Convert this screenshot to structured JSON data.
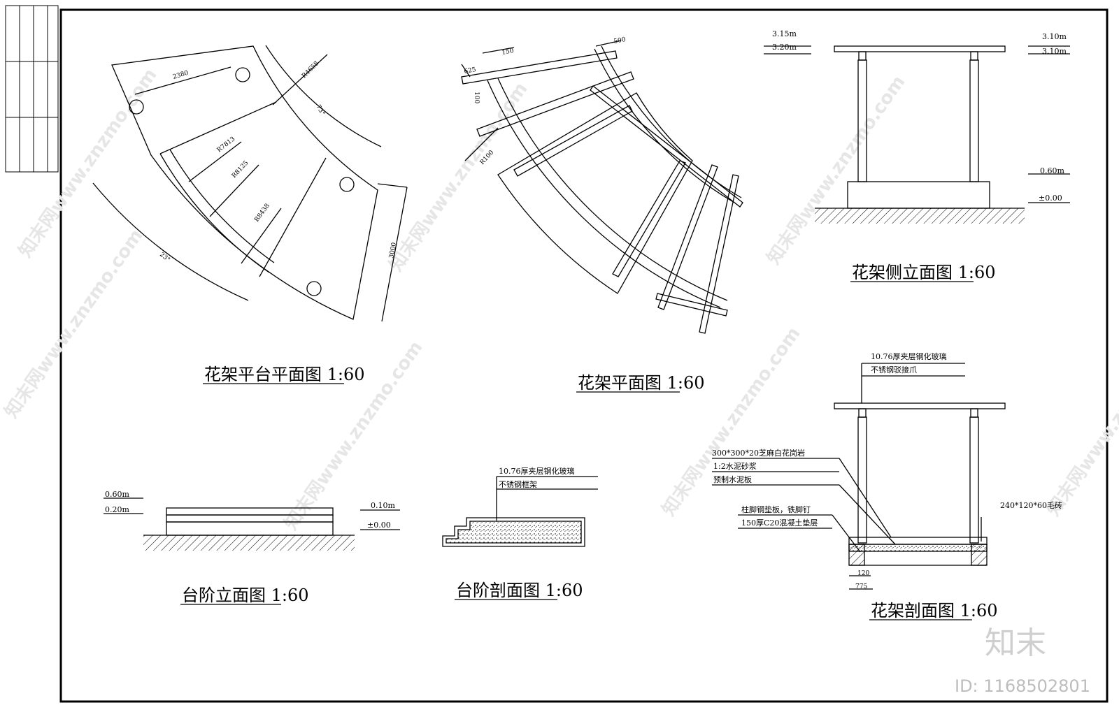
{
  "drawings": {
    "platform_plan": {
      "title": "花架平台平面图 1:60",
      "dims": {
        "d2380": "2380",
        "r4658": "R4658",
        "r7813": "R7813",
        "r8125": "R8125",
        "r8438": "R8438",
        "angle_top": "73°",
        "angle_bottom": "23°",
        "d3000": "3000"
      }
    },
    "trellis_plan": {
      "title": "花架平面图 1:60",
      "dims": {
        "d150": "150",
        "d500": "500",
        "d625": "625",
        "d100a": "100",
        "r100": "R100"
      }
    },
    "side_elevation": {
      "title": "花架侧立面图 1:60",
      "levels": {
        "l315": "3.15m",
        "l320": "3.20m",
        "r310a": "3.10m",
        "r310b": "3.10m",
        "l060": "0.60m",
        "l000": "±0.00"
      }
    },
    "section": {
      "title": "花架剖面图 1:60",
      "notes": {
        "glass": "10.76厚夹层钢化玻璃",
        "claw": "不锈钢驳接爪",
        "granite": "300*300*20芝麻白花岗岩",
        "mortar": "1:2水泥砂浆",
        "slab": "预制水泥板",
        "plate": "柱脚钢垫板，铁脚钉",
        "concrete": "150厚C20混凝土垫层",
        "brick": "240*120*60毛砖"
      },
      "dims": {
        "d120": "120",
        "d775": "775"
      }
    },
    "step_elevation": {
      "title": "台阶立面图 1:60",
      "levels": {
        "l060": "0.60m",
        "l020": "0.20m",
        "r010": "0.10m",
        "r000": "±0.00"
      }
    },
    "step_section": {
      "title": "台阶剖面图 1:60",
      "notes": {
        "glass": "10.76厚夹层钢化玻璃",
        "frame": "不锈钢框架"
      }
    }
  },
  "watermark": {
    "text": "知末网www.znzmo.com",
    "brand": "知末",
    "id": "ID: 1168502801"
  }
}
